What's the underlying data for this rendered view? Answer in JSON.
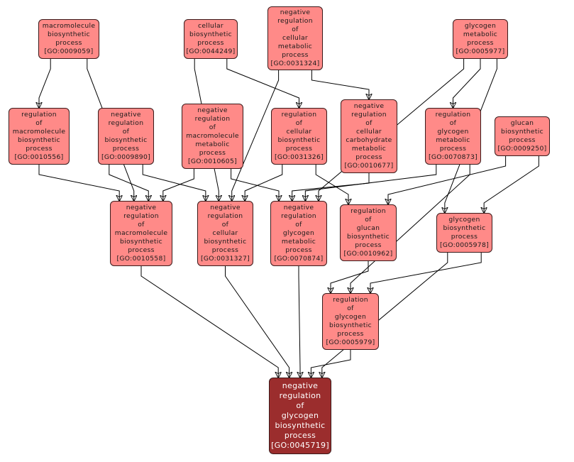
{
  "graph": {
    "title": "GO term ancestry graph",
    "colors": {
      "node_fill": "#ff8a88",
      "target_fill": "#9b2d2d",
      "edge": "#000000"
    },
    "nodes": [
      {
        "id": "GO:0009059",
        "lines": [
          "macromolecule",
          "biosynthetic",
          "process",
          "[GO:0009059]"
        ]
      },
      {
        "id": "GO:0044249",
        "lines": [
          "cellular",
          "biosynthetic",
          "process",
          "[GO:0044249]"
        ]
      },
      {
        "id": "GO:0031324",
        "lines": [
          "negative",
          "regulation",
          "of",
          "cellular",
          "metabolic",
          "process",
          "[GO:0031324]"
        ]
      },
      {
        "id": "GO:0005977",
        "lines": [
          "glycogen",
          "metabolic",
          "process",
          "[GO:0005977]"
        ]
      },
      {
        "id": "GO:0010556",
        "lines": [
          "regulation",
          "of",
          "macromolecule",
          "biosynthetic",
          "process",
          "[GO:0010556]"
        ]
      },
      {
        "id": "GO:0009890",
        "lines": [
          "negative",
          "regulation",
          "of",
          "biosynthetic",
          "process",
          "[GO:0009890]"
        ]
      },
      {
        "id": "GO:0010605",
        "lines": [
          "negative",
          "regulation",
          "of",
          "macromolecule",
          "metabolic",
          "process",
          "[GO:0010605]"
        ]
      },
      {
        "id": "GO:0031326",
        "lines": [
          "regulation",
          "of",
          "cellular",
          "biosynthetic",
          "process",
          "[GO:0031326]"
        ]
      },
      {
        "id": "GO:0010677",
        "lines": [
          "negative",
          "regulation",
          "of",
          "cellular",
          "carbohydrate",
          "metabolic",
          "process",
          "[GO:0010677]"
        ]
      },
      {
        "id": "GO:0070873",
        "lines": [
          "regulation",
          "of",
          "glycogen",
          "metabolic",
          "process",
          "[GO:0070873]"
        ]
      },
      {
        "id": "GO:0009250",
        "lines": [
          "glucan",
          "biosynthetic",
          "process",
          "[GO:0009250]"
        ]
      },
      {
        "id": "GO:0010558",
        "lines": [
          "negative",
          "regulation",
          "of",
          "macromolecule",
          "biosynthetic",
          "process",
          "[GO:0010558]"
        ]
      },
      {
        "id": "GO:0031327",
        "lines": [
          "negative",
          "regulation",
          "of",
          "cellular",
          "biosynthetic",
          "process",
          "[GO:0031327]"
        ]
      },
      {
        "id": "GO:0070874",
        "lines": [
          "negative",
          "regulation",
          "of",
          "glycogen",
          "metabolic",
          "process",
          "[GO:0070874]"
        ]
      },
      {
        "id": "GO:0010962",
        "lines": [
          "regulation",
          "of",
          "glucan",
          "biosynthetic",
          "process",
          "[GO:0010962]"
        ]
      },
      {
        "id": "GO:0005978",
        "lines": [
          "glycogen",
          "biosynthetic",
          "process",
          "[GO:0005978]"
        ]
      },
      {
        "id": "GO:0005979",
        "lines": [
          "regulation",
          "of",
          "glycogen",
          "biosynthetic",
          "process",
          "[GO:0005979]"
        ]
      },
      {
        "id": "GO:0045719",
        "lines": [
          "negative",
          "regulation",
          "of",
          "glycogen",
          "biosynthetic",
          "process",
          "[GO:0045719]"
        ],
        "target": true
      }
    ],
    "edges": [
      [
        "GO:0009059",
        "GO:0010556"
      ],
      [
        "GO:0009059",
        "GO:0010558"
      ],
      [
        "GO:0044249",
        "GO:0031326"
      ],
      [
        "GO:0044249",
        "GO:0031327"
      ],
      [
        "GO:0031324",
        "GO:0010677"
      ],
      [
        "GO:0031324",
        "GO:0031327"
      ],
      [
        "GO:0005977",
        "GO:0070873"
      ],
      [
        "GO:0005977",
        "GO:0070874"
      ],
      [
        "GO:0005977",
        "GO:0005978"
      ],
      [
        "GO:0010556",
        "GO:0010558"
      ],
      [
        "GO:0009890",
        "GO:0010558"
      ],
      [
        "GO:0009890",
        "GO:0031327"
      ],
      [
        "GO:0010605",
        "GO:0010558"
      ],
      [
        "GO:0010605",
        "GO:0070874"
      ],
      [
        "GO:0031326",
        "GO:0031327"
      ],
      [
        "GO:0031326",
        "GO:0010962"
      ],
      [
        "GO:0010677",
        "GO:0070874"
      ],
      [
        "GO:0070873",
        "GO:0070874"
      ],
      [
        "GO:0070873",
        "GO:0005979"
      ],
      [
        "GO:0009250",
        "GO:0010962"
      ],
      [
        "GO:0009250",
        "GO:0005978"
      ],
      [
        "GO:0010558",
        "GO:0045719"
      ],
      [
        "GO:0031327",
        "GO:0045719"
      ],
      [
        "GO:0070874",
        "GO:0045719"
      ],
      [
        "GO:0010962",
        "GO:0005979"
      ],
      [
        "GO:0005978",
        "GO:0005979"
      ],
      [
        "GO:0005978",
        "GO:0045719"
      ],
      [
        "GO:0005979",
        "GO:0045719"
      ]
    ]
  }
}
